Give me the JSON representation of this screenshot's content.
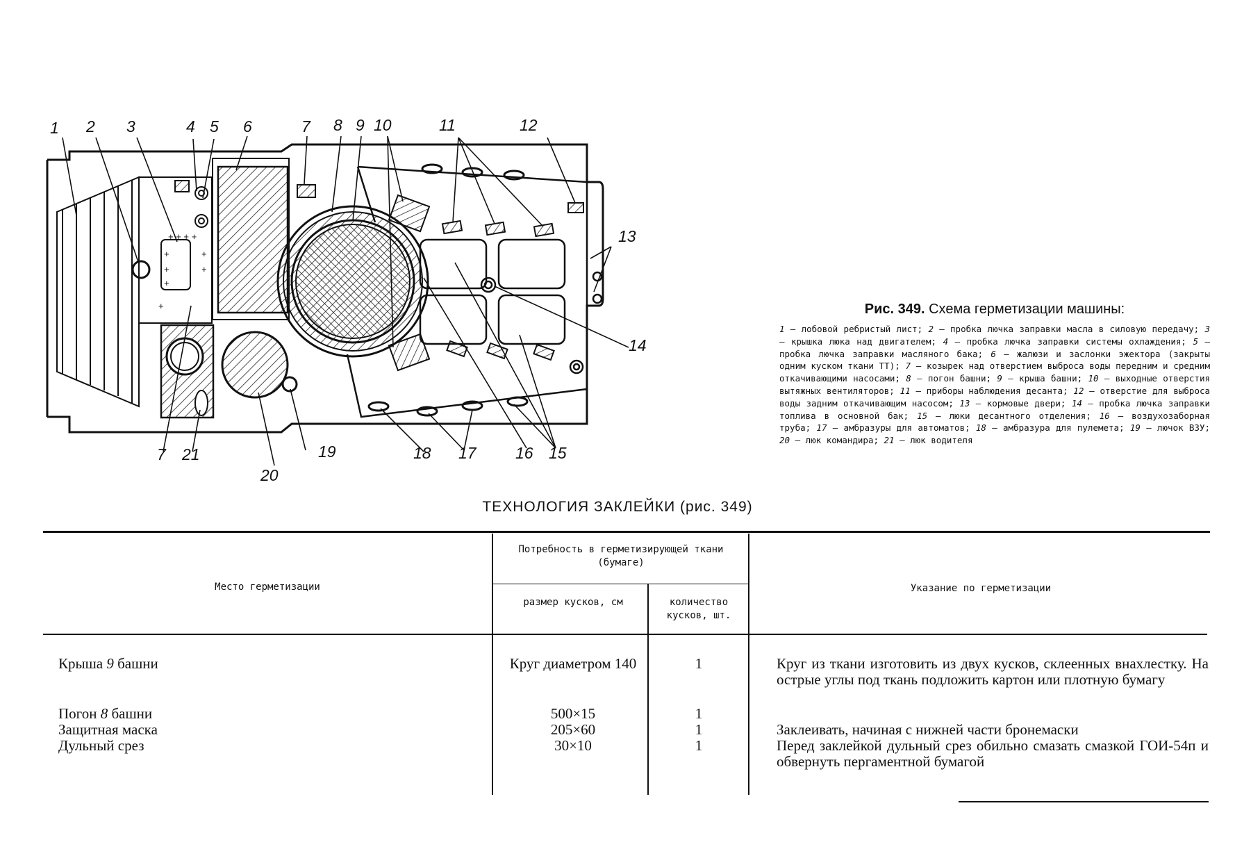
{
  "figure": {
    "callouts": [
      "1",
      "2",
      "3",
      "4",
      "5",
      "6",
      "7",
      "8",
      "9",
      "10",
      "11",
      "12",
      "13",
      "14",
      "15",
      "16",
      "17",
      "18",
      "19",
      "20",
      "21",
      "7"
    ]
  },
  "caption": {
    "label": "Рис. 349.",
    "title": "Схема герметизации машины:",
    "items": [
      {
        "n": "1",
        "t": "лобовой ребристый лист"
      },
      {
        "n": "2",
        "t": "пробка лючка заправки масла в силовую передачу"
      },
      {
        "n": "3",
        "t": "крышка люка над двигателем"
      },
      {
        "n": "4",
        "t": "пробка лючка заправки системы охлаждения"
      },
      {
        "n": "5",
        "t": "пробка лючка заправки масляного бака"
      },
      {
        "n": "6",
        "t": "жалюзи и заслонки эжектора (закрыты одним куском ткани ТТ)"
      },
      {
        "n": "7",
        "t": "козырек над отверстием выброса воды передним и средним откачивающими насосами"
      },
      {
        "n": "8",
        "t": "погон башни"
      },
      {
        "n": "9",
        "t": "крыша башни"
      },
      {
        "n": "10",
        "t": "выходные отверстия вытяжных вентиляторов"
      },
      {
        "n": "11",
        "t": "приборы наблюдения десанта"
      },
      {
        "n": "12",
        "t": "отверстие для выброса воды задним откачивающим насосом"
      },
      {
        "n": "13",
        "t": "кормовые двери"
      },
      {
        "n": "14",
        "t": "пробка лючка заправки топлива в основной бак"
      },
      {
        "n": "15",
        "t": "люки десантного отделения"
      },
      {
        "n": "16",
        "t": "воздухозаборная труба"
      },
      {
        "n": "17",
        "t": "амбразуры для автоматов"
      },
      {
        "n": "18",
        "t": "амбразура для пулемета"
      },
      {
        "n": "19",
        "t": "лючок ВЗУ"
      },
      {
        "n": "20",
        "t": "люк командира"
      },
      {
        "n": "21",
        "t": "люк водителя"
      }
    ]
  },
  "table": {
    "title": "ТЕХНОЛОГИЯ ЗАКЛЕЙКИ",
    "title_ref": "(рис. 349)",
    "headers": {
      "place": "Место герметизации",
      "need": "Потребность в герметизирующей ткани (бумаге)",
      "size": "размер кусков, см",
      "count": "количество кусков, шт.",
      "instruction": "Указание по герметизации"
    },
    "rows": [
      {
        "place_a": "Крыша ",
        "place_num": "9",
        "place_b": " башни",
        "size": "Круг диаметром 140",
        "count": "1",
        "instruction": "Круг из ткани изготовить из двух кусков, склеенных внахлестку. На острые углы под ткань подложить картон или плотную бумагу"
      },
      {
        "place_a": "Погон ",
        "place_num": "8",
        "place_b": " башни",
        "size": "500×15",
        "count": "1",
        "instruction": ""
      },
      {
        "place_a": "Защитная маска",
        "place_num": "",
        "place_b": "",
        "size": "205×60",
        "count": "1",
        "instruction": "Заклеивать, начиная с нижней части бронемаски"
      },
      {
        "place_a": "Дульный срез",
        "place_num": "",
        "place_b": "",
        "size": "30×10",
        "count": "1",
        "instruction": "Перед заклейкой дульный срез обильно смазать смазкой ГОИ-54п и обвернуть пергаментной бумагой"
      }
    ]
  }
}
